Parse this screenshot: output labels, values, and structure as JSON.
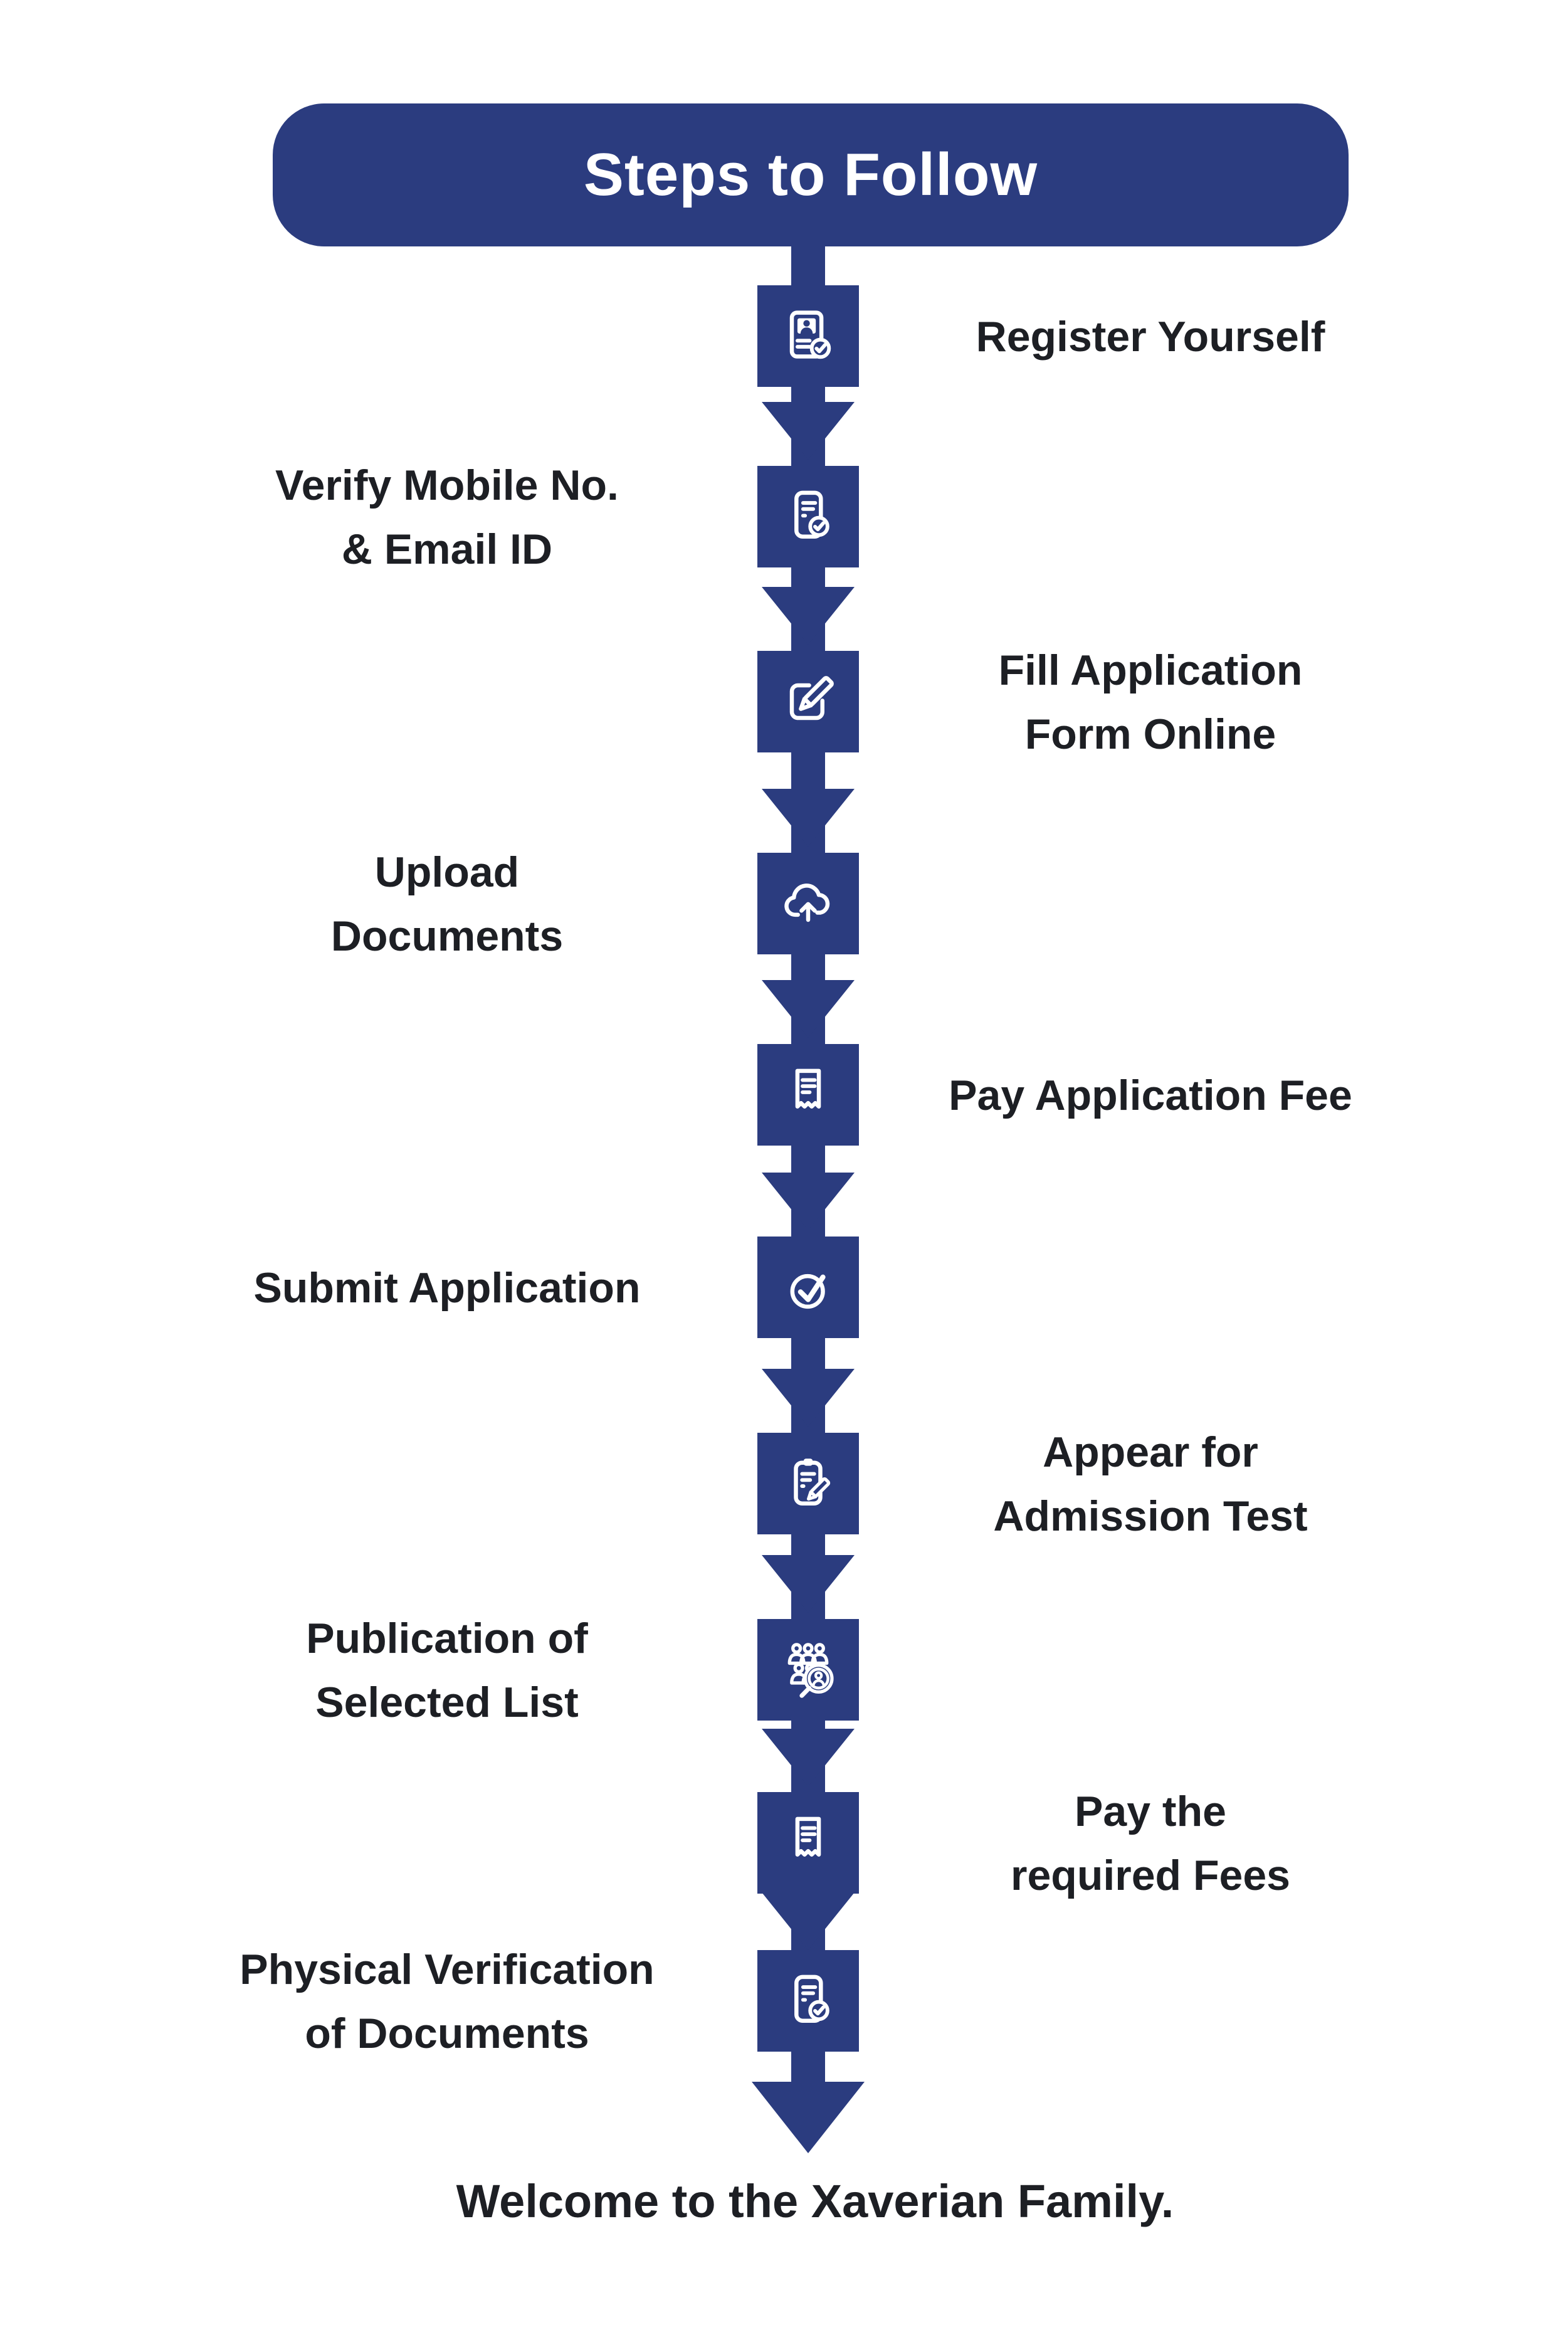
{
  "colors": {
    "primary_blue": "#2B3C7F",
    "text_dark": "#1D1F24",
    "background": "#FFFFFF"
  },
  "title": "Steps to Follow",
  "steps": [
    {
      "icon": "id-card-check",
      "side": "right",
      "lines": [
        "Register Yourself"
      ]
    },
    {
      "icon": "document-check",
      "side": "left",
      "lines": [
        "Verify Mobile No.",
        "& Email ID"
      ]
    },
    {
      "icon": "edit-pencil",
      "side": "right",
      "lines": [
        "Fill Application",
        "Form Online"
      ]
    },
    {
      "icon": "cloud-upload",
      "side": "left",
      "lines": [
        "Upload",
        "Documents"
      ]
    },
    {
      "icon": "receipt",
      "side": "right",
      "lines": [
        "Pay Application Fee"
      ]
    },
    {
      "icon": "check-circle",
      "side": "left",
      "lines": [
        "Submit Application"
      ]
    },
    {
      "icon": "clipboard-pencil",
      "side": "right",
      "lines": [
        "Appear for",
        "Admission Test"
      ]
    },
    {
      "icon": "people-search",
      "side": "left",
      "lines": [
        "Publication of",
        "Selected List"
      ]
    },
    {
      "icon": "receipt",
      "side": "right",
      "lines": [
        "Pay the",
        "required Fees"
      ]
    },
    {
      "icon": "document-check",
      "side": "left",
      "lines": [
        "Physical Verification",
        "of Documents"
      ]
    }
  ],
  "footer": "Welcome to the Xaverian Family."
}
